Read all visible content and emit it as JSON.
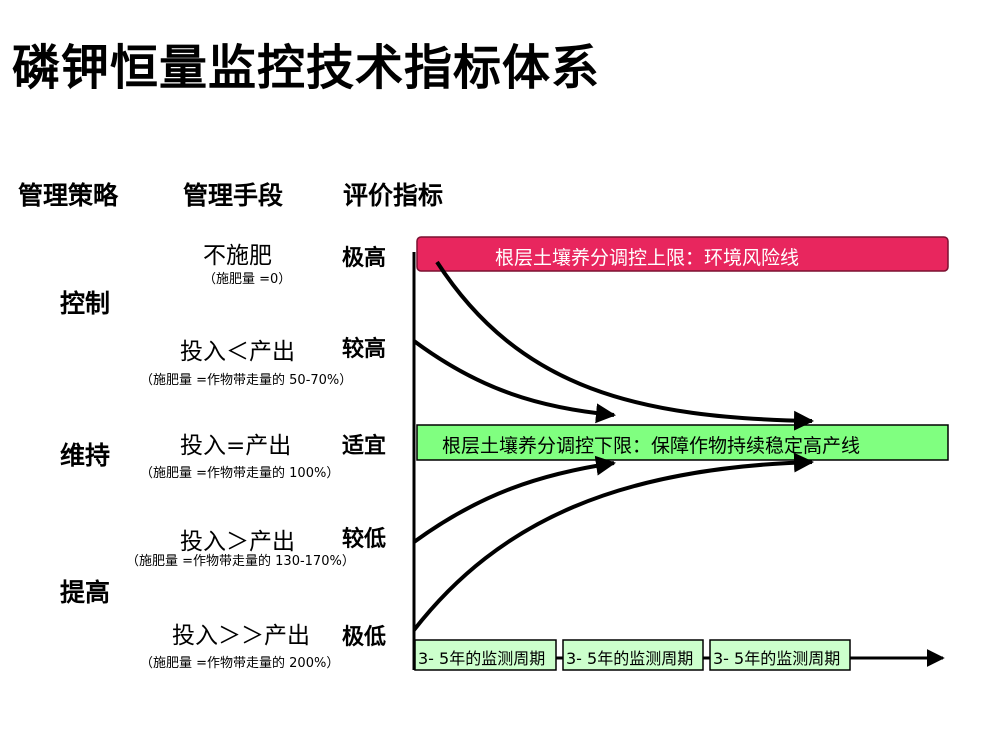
{
  "title": "磷钾恒量监控技术指标体系",
  "headers": {
    "strategy": "管理策略",
    "means": "管理手段",
    "indicator": "评价指标"
  },
  "strategies": [
    "控制",
    "维持",
    "提高"
  ],
  "means": [
    {
      "label": "不施肥",
      "note": "（施肥量 =0）"
    },
    {
      "label": "投入＜产出",
      "note": "（施肥量 =作物带走量的 50-70%）"
    },
    {
      "label": "投入=产出",
      "note": "（施肥量 =作物带走量的 100%）"
    },
    {
      "label": "投入＞产出",
      "note": "（施肥量 =作物带走量的 130-170%）"
    },
    {
      "label": "投入＞＞产出",
      "note": "（施肥量 =作物带走量的 200%）"
    }
  ],
  "levels": [
    "极高",
    "较高",
    "适宜",
    "较低",
    "极低"
  ],
  "upper_bar": {
    "text": "根层土壤养分调控上限：环境风险线",
    "color": "#e8265e"
  },
  "lower_bar": {
    "text": "根层土壤养分调控下限：保障作物持续稳定高产线",
    "color": "#80ff80"
  },
  "cycles": [
    "3- 5年的监测周期",
    "3- 5年的监测周期",
    "3- 5年的监测周期"
  ],
  "cycle_color": "#ccffcc"
}
